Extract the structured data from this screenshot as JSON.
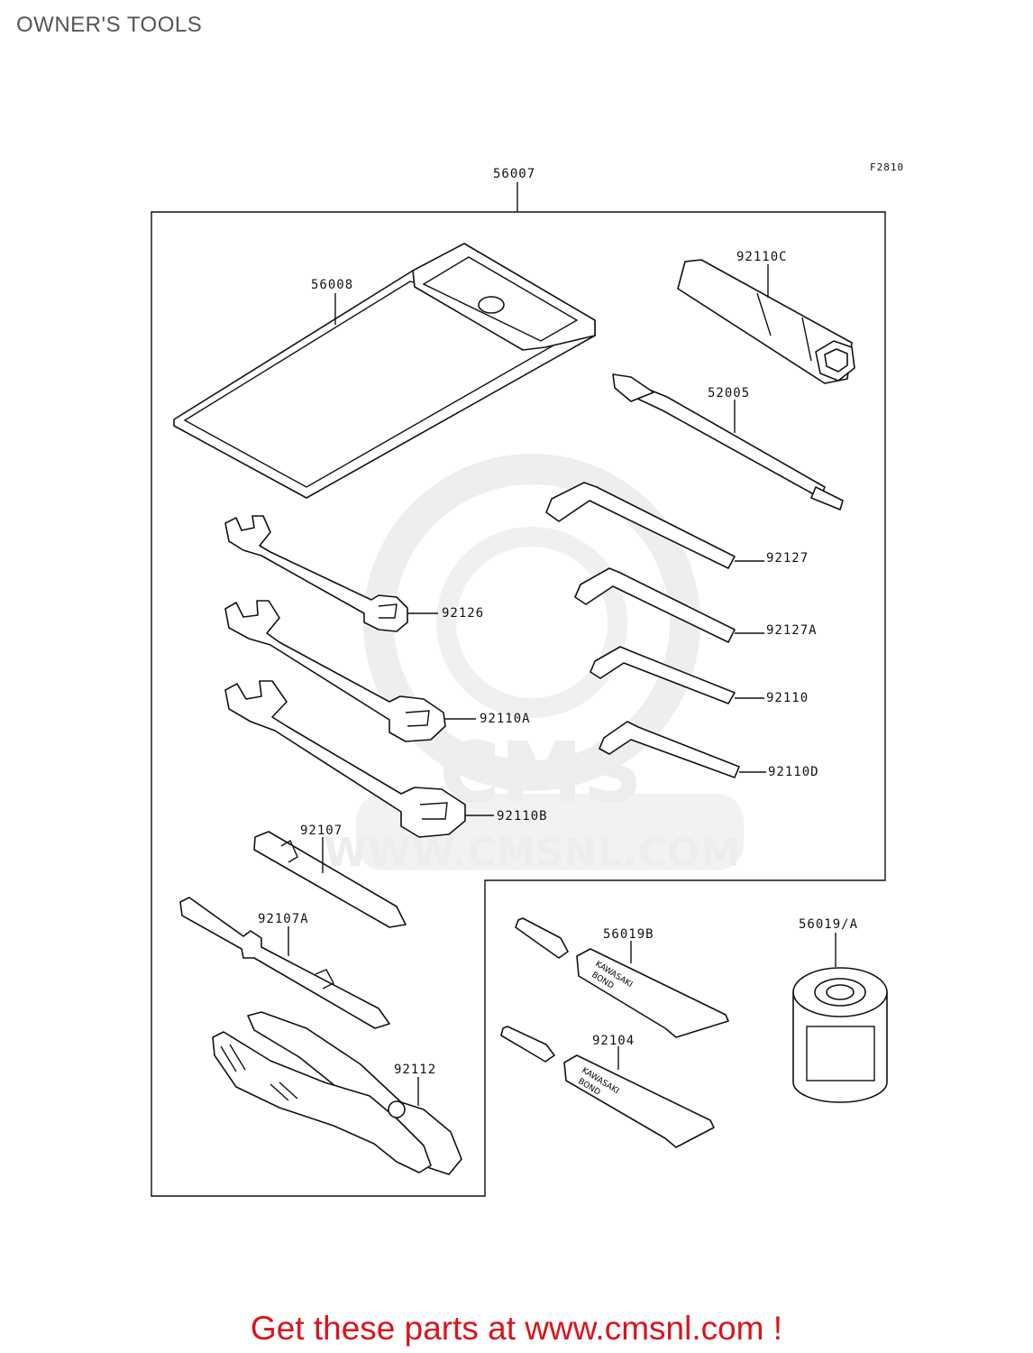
{
  "page": {
    "title": "OWNER'S TOOLS"
  },
  "figure": {
    "code": "F2810"
  },
  "watermark": {
    "brand": "CMS",
    "url": "WWW.CMSNL.COM"
  },
  "parts": {
    "p56007": "56007",
    "p56008": "56008",
    "p92110C": "92110C",
    "p52005": "52005",
    "p92127": "92127",
    "p92127A": "92127A",
    "p92110": "92110",
    "p92110D": "92110D",
    "p92126": "92126",
    "p92110A": "92110A",
    "p92110B": "92110B",
    "p92107": "92107",
    "p92107A": "92107A",
    "p92112": "92112",
    "p56019B": "56019B",
    "p92104": "92104",
    "p56019A": "56019/A"
  },
  "tube_text": {
    "line1": "KAWASAKI",
    "line2": "BOND"
  },
  "footer": {
    "text": "Get these parts at www.cmsnl.com !"
  }
}
